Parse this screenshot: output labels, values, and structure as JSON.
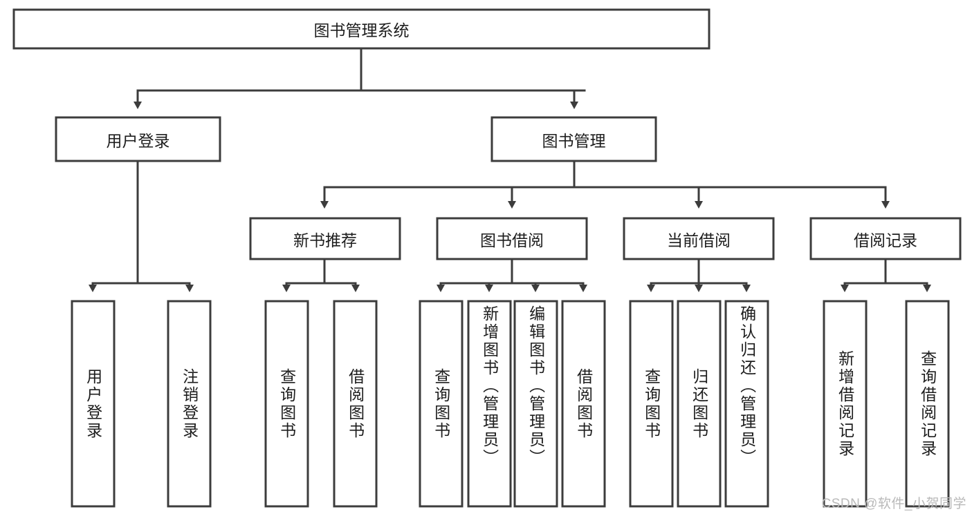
{
  "diagram": {
    "type": "tree",
    "title": "图书管理系统",
    "root": {
      "id": "root",
      "label": "图书管理系统"
    },
    "level2": [
      {
        "id": "user-login",
        "label": "用户登录"
      },
      {
        "id": "book-manage",
        "label": "图书管理"
      }
    ],
    "level3": [
      {
        "id": "new-book-recommend",
        "label": "新书推荐",
        "parent": "book-manage"
      },
      {
        "id": "book-borrow",
        "label": "图书借阅",
        "parent": "book-manage"
      },
      {
        "id": "current-borrow",
        "label": "当前借阅",
        "parent": "book-manage"
      },
      {
        "id": "borrow-record",
        "label": "借阅记录",
        "parent": "book-manage"
      }
    ],
    "leaves": [
      {
        "id": "leaf-user-login",
        "label": "用户登录",
        "parent": "user-login"
      },
      {
        "id": "leaf-logout-login",
        "label": "注销登录",
        "parent": "user-login"
      },
      {
        "id": "leaf-query-book-1",
        "label": "查询图书",
        "parent": "new-book-recommend"
      },
      {
        "id": "leaf-borrow-book-1",
        "label": "借阅图书",
        "parent": "new-book-recommend"
      },
      {
        "id": "leaf-query-book-2",
        "label": "查询图书",
        "parent": "book-borrow"
      },
      {
        "id": "leaf-add-book",
        "label": "新增图书（管理员）",
        "parent": "book-borrow"
      },
      {
        "id": "leaf-edit-book",
        "label": "编辑图书（管理员）",
        "parent": "book-borrow"
      },
      {
        "id": "leaf-borrow-book-2",
        "label": "借阅图书",
        "parent": "book-borrow"
      },
      {
        "id": "leaf-query-book-3",
        "label": "查询图书",
        "parent": "current-borrow"
      },
      {
        "id": "leaf-return-book",
        "label": "归还图书",
        "parent": "current-borrow"
      },
      {
        "id": "leaf-confirm-return",
        "label": "确认归还（管理员）",
        "parent": "current-borrow"
      },
      {
        "id": "leaf-add-record",
        "label": "新增借阅记录",
        "parent": "borrow-record"
      },
      {
        "id": "leaf-query-record",
        "label": "查询借阅记录",
        "parent": "borrow-record"
      }
    ],
    "colors": {
      "stroke": "#3c3c3c",
      "fill": "#ffffff",
      "text": "#1d1d1d",
      "watermark": "#b9b9b9",
      "background": "#ffffff"
    }
  },
  "watermark": {
    "text": "CSDN @软件_小贺同学"
  }
}
